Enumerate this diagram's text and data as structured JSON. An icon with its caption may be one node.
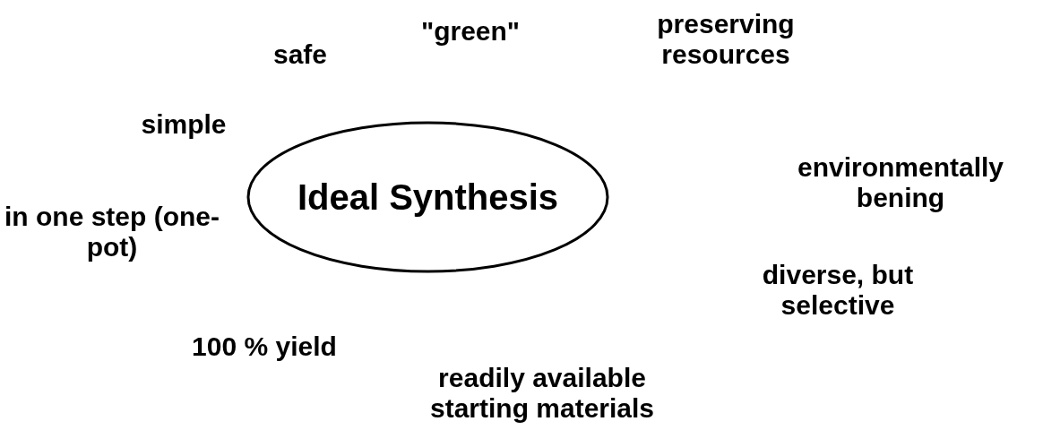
{
  "diagram": {
    "nodes": [
      {
        "text": [
          "Ideal Synthesis"
        ]
      }
    ],
    "edges": [],
    "labels": [
      "\"green\"",
      "preserving resources",
      "safe",
      "simple",
      "environmentally bening",
      "in one step (one-pot)",
      "diverse, but selective",
      "100 % yield",
      "readily available starting materials"
    ]
  }
}
